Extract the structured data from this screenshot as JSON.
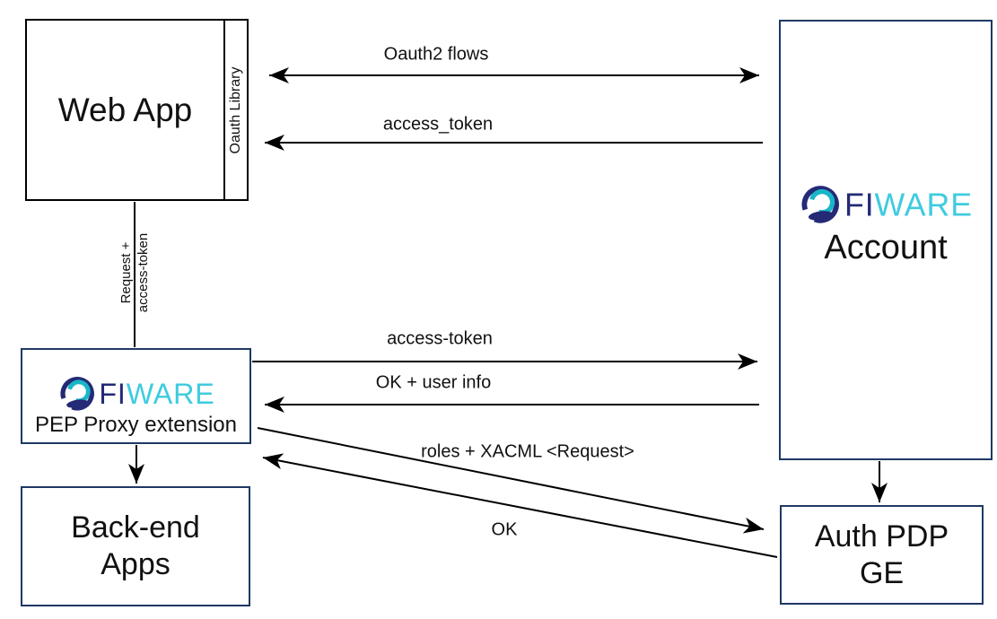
{
  "colors": {
    "background": "#ffffff",
    "webapp_border": "#000000",
    "node_border": "#1f3864",
    "arrow": "#000000",
    "logo_navy": "#242a75",
    "logo_cyan": "#3fcbdf",
    "text": "#111111"
  },
  "nodes": {
    "web_app": {
      "label": "Web App",
      "sidebar_label": "Oauth Library"
    },
    "account": {
      "logo_fi": "FI",
      "logo_ware": "WARE",
      "label": "Account"
    },
    "pep_proxy": {
      "logo_fi": "FI",
      "logo_ware": "WARE",
      "label": "PEP Proxy extension"
    },
    "backend": {
      "label_line1": "Back-end",
      "label_line2": "Apps"
    },
    "auth_pdp": {
      "label_line1": "Auth PDP",
      "label_line2": "GE"
    }
  },
  "edges": {
    "oauth2_flows": {
      "label": "Oauth2 flows",
      "from": "Web App",
      "to": "Account",
      "direction": "both"
    },
    "access_token_return": {
      "label": "access_token",
      "from": "Account",
      "to": "Web App",
      "direction": "left"
    },
    "request_with_token": {
      "label_line1": "Request +",
      "label_line2": "access-token",
      "from": "Web App",
      "to": "PEP Proxy extension",
      "direction": "down"
    },
    "access_token_forward": {
      "label": "access-token",
      "from": "PEP Proxy extension",
      "to": "Account",
      "direction": "right"
    },
    "ok_user_info": {
      "label": "OK + user info",
      "from": "Account",
      "to": "PEP Proxy extension",
      "direction": "left"
    },
    "roles_xacml_request": {
      "label": "roles + XACML <Request>",
      "from": "PEP Proxy extension",
      "to": "Auth PDP GE",
      "direction": "down-right"
    },
    "ok_response": {
      "label": "OK",
      "from": "Auth PDP GE",
      "to": "PEP Proxy extension",
      "direction": "up-left"
    },
    "account_to_pdp": {
      "label": "",
      "from": "Account",
      "to": "Auth PDP GE",
      "direction": "down"
    },
    "pep_to_backend": {
      "label": "",
      "from": "PEP Proxy extension",
      "to": "Back-end Apps",
      "direction": "down"
    }
  }
}
